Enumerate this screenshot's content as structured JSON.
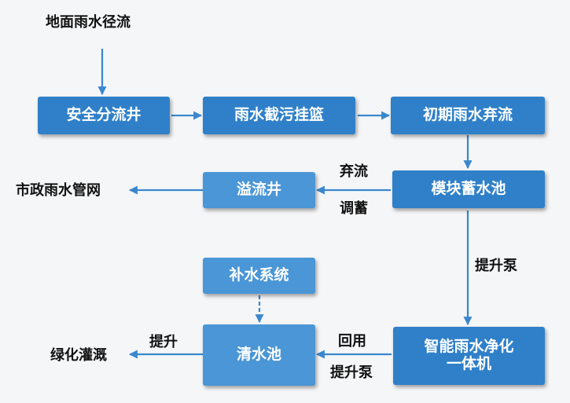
{
  "nodes": {
    "source": "地面雨水径流",
    "safety_well": "安全分流井",
    "basket": "雨水截污挂篮",
    "initial_discard": "初期雨水弃流",
    "storage_tank": "模块蓄水池",
    "overflow_well": "溢流井",
    "municipal": "市政雨水管网",
    "supply_system": "补水系统",
    "clear_tank": "清水池",
    "purifier_line1": "智能雨水净化",
    "purifier_line2": "一体机",
    "greening": "绿化灌溉"
  },
  "edge_labels": {
    "discard": "弃流",
    "regulate": "调蓄",
    "pump_down": "提升泵",
    "reuse": "回用",
    "pump_back": "提升泵",
    "lift": "提升"
  },
  "colors": {
    "box": "#2f80c9",
    "box_light": "#4a96d6",
    "arrow": "#3a87cd"
  }
}
